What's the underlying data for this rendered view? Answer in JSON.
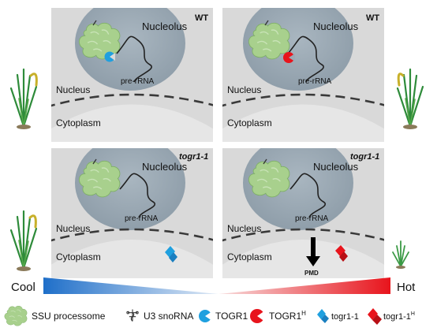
{
  "panels": [
    {
      "tag": "WT",
      "nucleolus": "Nucleolus",
      "nucleus": "Nucleus",
      "cytoplasm": "Cytoplasm",
      "rna": "pre-rRNA"
    },
    {
      "tag": "WT",
      "nucleolus": "Nucleolus",
      "nucleus": "Nucleus",
      "cytoplasm": "Cytoplasm",
      "rna": "pre-rRNA"
    },
    {
      "tag": "togr1-1",
      "nucleolus": "Nucleolus",
      "nucleus": "Nucleus",
      "cytoplasm": "Cytoplasm",
      "rna": "pre-rRNA"
    },
    {
      "tag": "togr1-1",
      "nucleolus": "Nucleolus",
      "nucleus": "Nucleus",
      "cytoplasm": "Cytoplasm",
      "rna": "pre-rRNA",
      "pmd": "PMD"
    }
  ],
  "gradient": {
    "cool": "Cool",
    "hot": "Hot",
    "cool_color": "#1f6fc9",
    "hot_color": "#e8141c"
  },
  "legend": {
    "ssu": "SSU processome",
    "u3": "U3 snoRNA",
    "togr1": "TOGR1",
    "togr1h": "TOGR1",
    "togr1h_sup": "H",
    "mut": "togr1-1",
    "muth": "togr1-1",
    "muth_sup": "H"
  },
  "colors": {
    "panel_bg": "#d9d9d9",
    "cytoplasm_bg": "#e6e6e6",
    "nucleolus": "#9aa9b5",
    "ssu_green": "#a8d08d",
    "togr1_blue": "#1fa0df",
    "togr1h_red": "#e8141c"
  }
}
